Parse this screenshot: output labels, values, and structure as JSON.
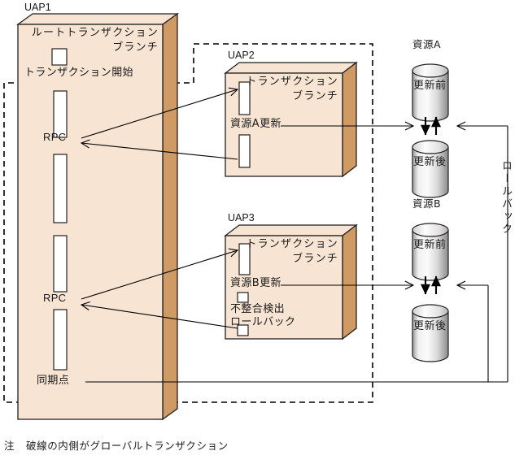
{
  "diagram": {
    "title_note_marker": "注",
    "note_text": "破線の内側がグローバルトランザクション",
    "colors": {
      "box_face": "#f7e4d2",
      "box_side": "#cf9a63",
      "box_stroke": "#231f20",
      "cylinder_light": "#f2f2f2",
      "cylinder_dark": "#8d8d8d",
      "line": "#000000",
      "dashed": "#000000",
      "background": "#ffffff"
    }
  },
  "uap1": {
    "tag": "UAP1",
    "title_line1": "ルートトランザクション",
    "title_line2": "ブランチ",
    "label_begin": "トランザクション開始",
    "label_rpc_upper": "RPC",
    "label_rpc_lower": "RPC",
    "label_syncpoint": "同期点"
  },
  "uap2": {
    "tag": "UAP2",
    "title_line1": "トランザクション",
    "title_line2": "ブランチ",
    "label_update": "資源A更新"
  },
  "uap3": {
    "tag": "UAP3",
    "title_line1": "トランザクション",
    "title_line2": "ブランチ",
    "label_update": "資源B更新",
    "label_detect": "不整合検出",
    "label_rollback": "ロールバック"
  },
  "resource_a": {
    "title": "資源A",
    "before_label": "更新前",
    "after_label": "更新後"
  },
  "resource_b": {
    "title": "資源B",
    "before_label": "更新前",
    "after_label": "更新後"
  },
  "rollback_path": {
    "label": "ロールバック"
  }
}
